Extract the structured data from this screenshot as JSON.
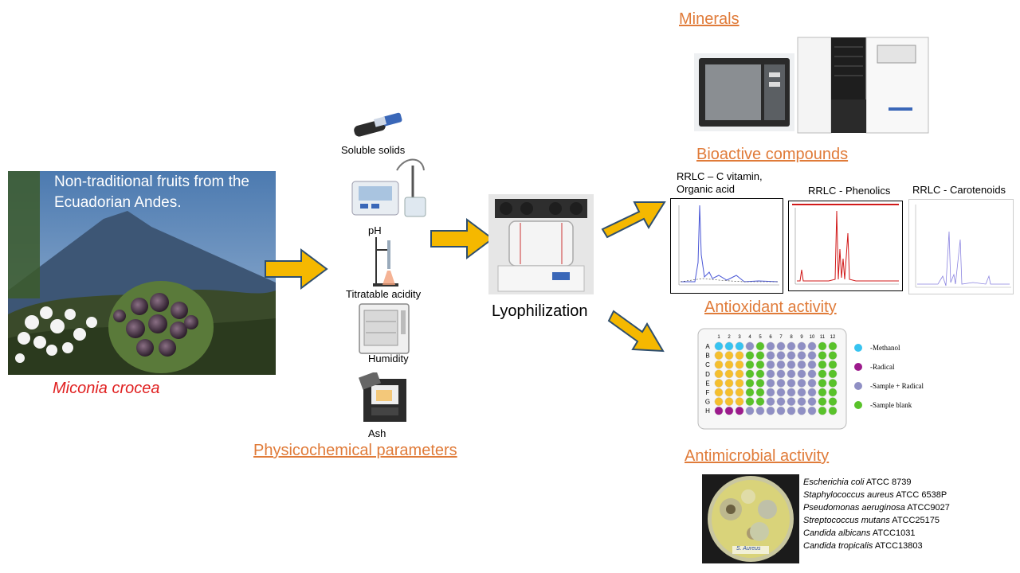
{
  "sample": {
    "caption": "Non-traditional fruits from the Ecuadorian Andes.",
    "species": "Miconia crocea"
  },
  "physicochemical": {
    "title": "Physicochemical parameters",
    "items": [
      {
        "label": "Soluble solids",
        "icon": "refractometer-icon"
      },
      {
        "label": "pH",
        "icon": "ph-meter-icon"
      },
      {
        "label": "Titratable acidity",
        "icon": "burette-icon"
      },
      {
        "label": "Humidity",
        "icon": "drying-oven-icon"
      },
      {
        "label": "Ash",
        "icon": "muffle-furnace-icon"
      }
    ]
  },
  "lyophilization": {
    "label": "Lyophilization",
    "icon": "freeze-dryer-icon"
  },
  "minerals": {
    "title": "Minerals"
  },
  "bioactive": {
    "title": "Bioactive compounds",
    "chromatograms": [
      {
        "label": "RRLC – C vitamin, Organic acid",
        "color": "#4a57d6"
      },
      {
        "label": "RRLC - Phenolics",
        "color": "#d11a1a"
      },
      {
        "label": "RRLC - Carotenoids",
        "color": "#8b84e0"
      }
    ]
  },
  "antioxidant": {
    "title": "Antioxidant activity",
    "plate_columns": [
      "1",
      "2",
      "3",
      "4",
      "5",
      "6",
      "7",
      "8",
      "9",
      "10",
      "11",
      "12"
    ],
    "plate_rows": [
      "A",
      "B",
      "C",
      "D",
      "E",
      "F",
      "G",
      "H"
    ],
    "legend": [
      {
        "label": "-Methanol",
        "color": "#37c3f0"
      },
      {
        "label": "-Radical",
        "color": "#9c1a8c"
      },
      {
        "label": "-Sample + Radical",
        "color": "#8f8fc4"
      },
      {
        "label": "-Sample blank",
        "color": "#59c22a"
      }
    ]
  },
  "antimicrobial": {
    "title": "Antimicrobial activity",
    "plate_label": "S. Aureus",
    "organisms": [
      {
        "species": "Escherichia coli",
        "strain": "ATCC 8739"
      },
      {
        "species": "Staphylococcus aureus",
        "strain": "ATCC 6538P"
      },
      {
        "species": "Pseudomonas aeruginosa",
        "strain": "ATCC9027"
      },
      {
        "species": "Streptococcus mutans",
        "strain": "ATCC25175"
      },
      {
        "species": "Candida albicans",
        "strain": "ATCC1031"
      },
      {
        "species": "Candida tropicalis",
        "strain": "ATCC13803"
      }
    ]
  },
  "colors": {
    "heading": "#e07b39",
    "arrow_fill": "#f5b800",
    "arrow_stroke": "#2f4f6e",
    "species_label": "#e02020"
  }
}
